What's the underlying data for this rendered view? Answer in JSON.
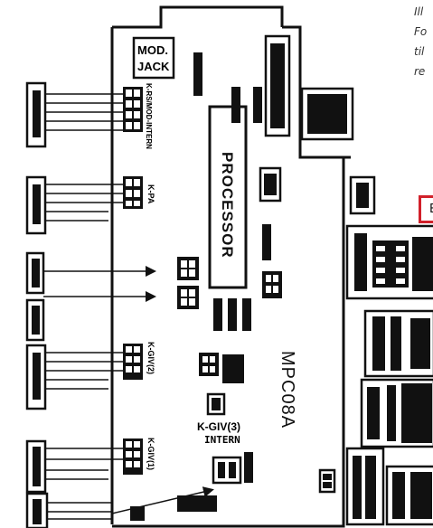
{
  "diagram": {
    "board_name": "MPC08A",
    "processor_label": "PROCESSOR",
    "mod_jack": [
      "MOD.",
      "JACK"
    ],
    "k_intern_label": "K-GIV(3)",
    "intern_label": "INTERN",
    "connectors": [
      {
        "id": "k-rs",
        "label": "K-RS/MOD-INTERN"
      },
      {
        "id": "k-pa",
        "label": "K-PA"
      },
      {
        "id": "k-giv2",
        "label": "K-GIV(2)"
      },
      {
        "id": "k-giv1",
        "label": "K-GIV(1)"
      }
    ],
    "side_note_lines": [
      "Ill",
      "Fo",
      "til",
      "re"
    ],
    "red_tag_text": "E"
  }
}
